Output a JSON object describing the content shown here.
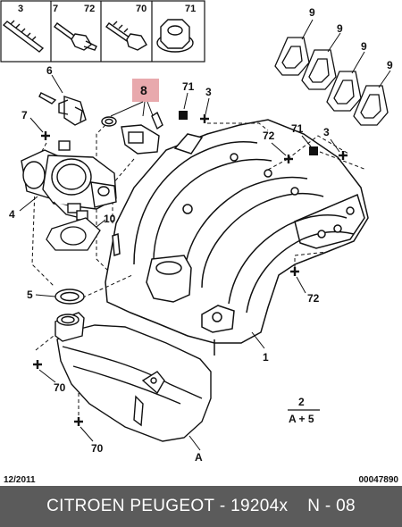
{
  "header_parts": [
    {
      "ref": "3",
      "name": "long-stud"
    },
    {
      "ref": "7",
      "name": "stud-with-nut"
    },
    {
      "ref": "72",
      "name": "stud-short"
    },
    {
      "ref": "70",
      "name": "flange-bolt"
    },
    {
      "ref": "71",
      "name": "flange-nut"
    }
  ],
  "callouts": {
    "c9a": "9",
    "c9b": "9",
    "c9c": "9",
    "c9d": "9",
    "c6": "6",
    "c7": "7",
    "c8": "8",
    "c4": "4",
    "c10": "10",
    "c71a": "71",
    "c3a": "3",
    "c72a": "72",
    "c71b": "71",
    "c3b": "3",
    "c5": "5",
    "c72b": "72",
    "c1": "1",
    "c70a": "70",
    "c70b": "70",
    "cA": "A",
    "c2": "2",
    "cA5": "A + 5"
  },
  "highlight_ref": "8",
  "highlight_color": "#e8a9ad",
  "date_code": "12/2011",
  "doc_number": "00047890",
  "footer": {
    "brand": "CITROEN PEUGEOT",
    "separator": " - ",
    "part_number": "19204x",
    "page": "N - 08"
  }
}
